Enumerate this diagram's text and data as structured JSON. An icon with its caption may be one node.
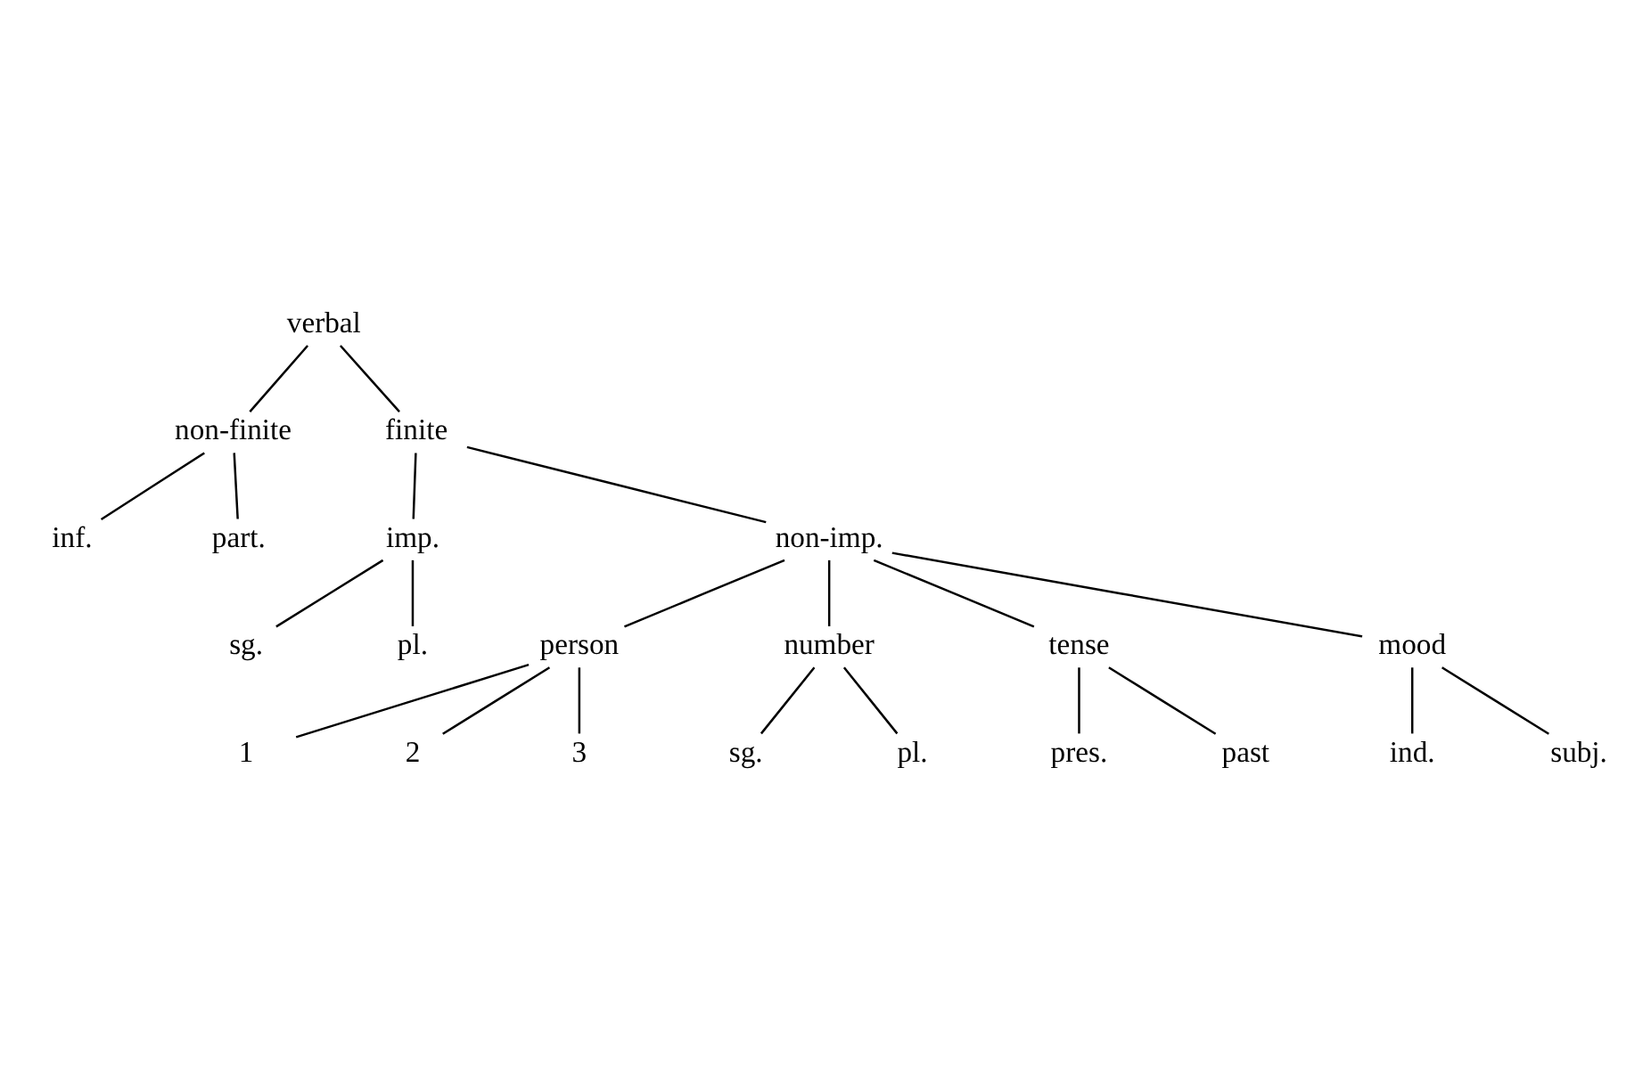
{
  "diagram": {
    "nodes": [
      {
        "text": [
          "verbal"
        ]
      },
      {
        "text": [
          "non-finite"
        ]
      },
      {
        "text": [
          "finite"
        ]
      },
      {
        "text": [
          "inf."
        ]
      },
      {
        "text": [
          "part."
        ]
      },
      {
        "text": [
          "imp."
        ]
      },
      {
        "text": [
          "sg."
        ]
      },
      {
        "text": [
          "pl."
        ]
      },
      {
        "text": [
          "non-imp."
        ]
      },
      {
        "text": [
          "person"
        ]
      },
      {
        "text": [
          "number"
        ]
      },
      {
        "text": [
          "tense"
        ]
      },
      {
        "text": [
          "mood"
        ]
      },
      {
        "text": [
          "1"
        ]
      },
      {
        "text": [
          "2"
        ]
      },
      {
        "text": [
          "3"
        ]
      },
      {
        "text": [
          "sg."
        ]
      },
      {
        "text": [
          "pl."
        ]
      },
      {
        "text": [
          "pres."
        ]
      },
      {
        "text": [
          "past"
        ]
      },
      {
        "text": [
          "ind."
        ]
      },
      {
        "text": [
          "subj."
        ]
      }
    ],
    "edges": [
      {
        "from": 0,
        "to": 1,
        "arrow": "none"
      },
      {
        "from": 0,
        "to": 2,
        "arrow": "none"
      },
      {
        "from": 1,
        "to": 3,
        "arrow": "none"
      },
      {
        "from": 1,
        "to": 4,
        "arrow": "none"
      },
      {
        "from": 2,
        "to": 5,
        "arrow": "none"
      },
      {
        "from": 2,
        "to": 8,
        "arrow": "none"
      },
      {
        "from": 5,
        "to": 6,
        "arrow": "none"
      },
      {
        "from": 5,
        "to": 7,
        "arrow": "none"
      },
      {
        "from": 8,
        "to": 9,
        "arrow": "none"
      },
      {
        "from": 8,
        "to": 10,
        "arrow": "none"
      },
      {
        "from": 8,
        "to": 11,
        "arrow": "none"
      },
      {
        "from": 8,
        "to": 12,
        "arrow": "none"
      },
      {
        "from": 9,
        "to": 13,
        "arrow": "none"
      },
      {
        "from": 9,
        "to": 14,
        "arrow": "none"
      },
      {
        "from": 9,
        "to": 15,
        "arrow": "none"
      },
      {
        "from": 10,
        "to": 16,
        "arrow": "none"
      },
      {
        "from": 10,
        "to": 17,
        "arrow": "none"
      },
      {
        "from": 11,
        "to": 18,
        "arrow": "none"
      },
      {
        "from": 11,
        "to": 19,
        "arrow": "none"
      },
      {
        "from": 12,
        "to": 20,
        "arrow": "none"
      },
      {
        "from": 12,
        "to": 21,
        "arrow": "none"
      }
    ]
  }
}
